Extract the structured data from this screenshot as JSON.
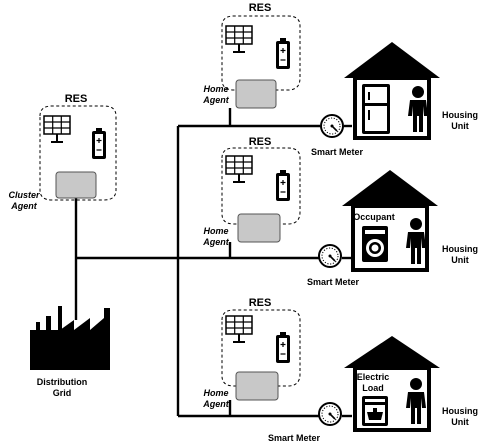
{
  "res_clusters": [
    {
      "label": "RES"
    },
    {
      "label": "RES"
    },
    {
      "label": "RES"
    },
    {
      "label": "RES"
    }
  ],
  "cluster_agent": {
    "line1": "Cluster",
    "line2": "Agent"
  },
  "home_agents": [
    {
      "line1": "Home",
      "line2": "Agent"
    },
    {
      "line1": "Home",
      "line2": "Agent"
    },
    {
      "line1": "Home",
      "line2": "Agent"
    }
  ],
  "smart_meters": [
    {
      "label": "Smart Meter"
    },
    {
      "label": "Smart  Meter"
    },
    {
      "label": "Smart Meter"
    }
  ],
  "housing_units": [
    {
      "line1": "Housing",
      "line2": "Unit"
    },
    {
      "line1": "Housing",
      "line2": "Unit"
    },
    {
      "line1": "Housing",
      "line2": "Unit"
    }
  ],
  "house_labels": {
    "occupant": "Occupant",
    "electric_load_line1": "Electric",
    "electric_load_line2": "Load"
  },
  "distribution_grid": {
    "line1": "Distribution",
    "line2": "Grid"
  },
  "icons": [
    "solar-panel-icon",
    "battery-icon",
    "factory-icon",
    "smart-meter-icon",
    "house-icon",
    "refrigerator-icon",
    "washing-machine-icon",
    "oven-icon",
    "person-icon"
  ]
}
